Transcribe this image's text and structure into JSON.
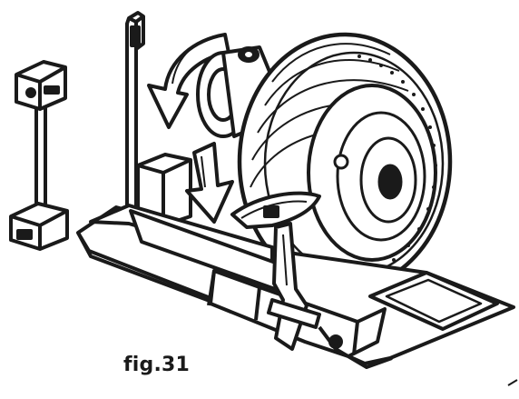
{
  "figure": {
    "caption": "fig.31",
    "parts": [
      "remote-control-console-icon",
      "tyre-changer-column",
      "wheel-clamp-chuck",
      "truck-tyre",
      "tyre-tool-arm",
      "machine-base",
      "rotation-arrow-icon",
      "push-down-arrow-icon"
    ],
    "colors": {
      "ink": "#1a1a1a",
      "paper": "#ffffff"
    }
  }
}
